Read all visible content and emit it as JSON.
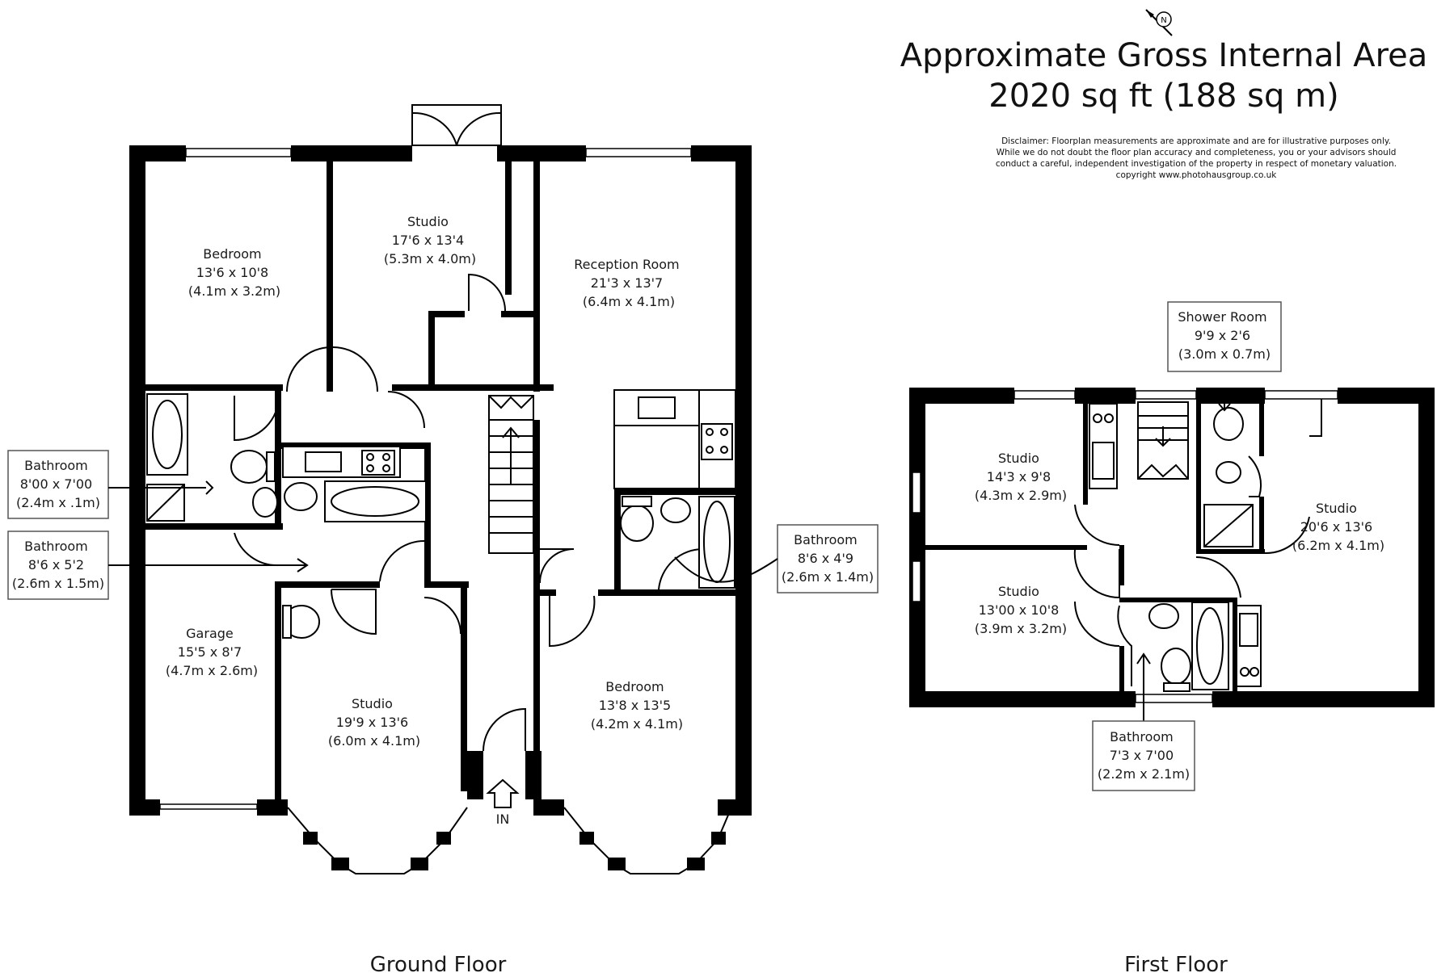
{
  "header": {
    "title_line1": "Approximate Gross Internal Area",
    "title_line2": "2020 sq ft  (188 sq m)",
    "disclaimer": [
      "Disclaimer: Floorplan measurements are approximate and are for illustrative purposes only.",
      "While we do not doubt the floor plan accuracy and completeness, you or your advisors should",
      "conduct a careful, independent investigation of the property in respect of monetary valuation.",
      "copyright www.photohausgroup.co.uk"
    ],
    "compass_letter": "N",
    "compass_icon": "compass-icon"
  },
  "ground_floor": {
    "label": "Ground Floor",
    "entrance": "IN",
    "rooms": {
      "bedroom1": [
        "Bedroom",
        "13'6 x 10'8",
        "(4.1m x 3.2m)"
      ],
      "studio_top": [
        "Studio",
        "17'6 x 13'4",
        "(5.3m x 4.0m)"
      ],
      "reception": [
        "Reception Room",
        "21'3 x 13'7",
        "(6.4m x 4.1m)"
      ],
      "garage": [
        "Garage",
        "15'5 x 8'7",
        "(4.7m x 2.6m)"
      ],
      "studio_bottom": [
        "Studio",
        "19'9 x 13'6",
        "(6.0m x 4.1m)"
      ],
      "bedroom2": [
        "Bedroom",
        "13'8 x 13'5",
        "(4.2m x 4.1m)"
      ]
    },
    "callouts": {
      "bathroom_a": [
        "Bathroom",
        "8'00 x 7'00",
        "(2.4m x .1m)"
      ],
      "bathroom_b": [
        "Bathroom",
        "8'6 x 5'2",
        "(2.6m x 1.5m)"
      ],
      "bathroom_c": [
        "Bathroom",
        "8'6 x 4'9",
        "(2.6m x 1.4m)"
      ]
    }
  },
  "first_floor": {
    "label": "First Floor",
    "rooms": {
      "studio_a": [
        "Studio",
        "14'3 x 9'8",
        "(4.3m x 2.9m)"
      ],
      "studio_b": [
        "Studio",
        "13'00 x 10'8",
        "(3.9m x 3.2m)"
      ],
      "studio_c": [
        "Studio",
        "20'6 x 13'6",
        "(6.2m x 4.1m)"
      ]
    },
    "callouts": {
      "shower": [
        "Shower Room",
        "9'9 x 2'6",
        "(3.0m x 0.7m)"
      ],
      "bathroom": [
        "Bathroom",
        "7'3 x 7'00",
        "(2.2m x 2.1m)"
      ]
    }
  }
}
